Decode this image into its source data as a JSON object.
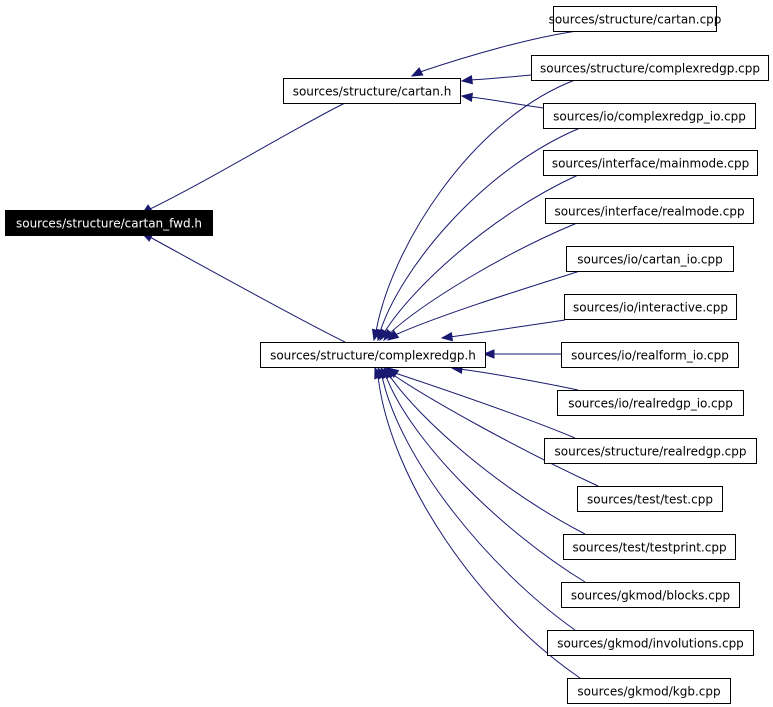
{
  "graph": {
    "edge_color": "#191970",
    "nodes": [
      {
        "id": "cartan_fwd_h",
        "label": "sources/structure/cartan_fwd.h",
        "highlighted": true
      },
      {
        "id": "cartan_h",
        "label": "sources/structure/cartan.h"
      },
      {
        "id": "complexredgp_h",
        "label": "sources/structure/complexredgp.h"
      },
      {
        "id": "cartan_cpp",
        "label": "sources/structure/cartan.cpp"
      },
      {
        "id": "complexredgp_cpp",
        "label": "sources/structure/complexredgp.cpp"
      },
      {
        "id": "complexredgp_io_cpp",
        "label": "sources/io/complexredgp_io.cpp"
      },
      {
        "id": "mainmode_cpp",
        "label": "sources/interface/mainmode.cpp"
      },
      {
        "id": "realmode_cpp",
        "label": "sources/interface/realmode.cpp"
      },
      {
        "id": "cartan_io_cpp",
        "label": "sources/io/cartan_io.cpp"
      },
      {
        "id": "interactive_cpp",
        "label": "sources/io/interactive.cpp"
      },
      {
        "id": "realform_io_cpp",
        "label": "sources/io/realform_io.cpp"
      },
      {
        "id": "realredgp_io_cpp",
        "label": "sources/io/realredgp_io.cpp"
      },
      {
        "id": "realredgp_cpp",
        "label": "sources/structure/realredgp.cpp"
      },
      {
        "id": "test_cpp",
        "label": "sources/test/test.cpp"
      },
      {
        "id": "testprint_cpp",
        "label": "sources/test/testprint.cpp"
      },
      {
        "id": "blocks_cpp",
        "label": "sources/gkmod/blocks.cpp"
      },
      {
        "id": "involutions_cpp",
        "label": "sources/gkmod/involutions.cpp"
      },
      {
        "id": "kgb_cpp",
        "label": "sources/gkmod/kgb.cpp"
      }
    ],
    "edges": [
      {
        "from": "cartan_h",
        "to": "cartan_fwd_h"
      },
      {
        "from": "complexredgp_h",
        "to": "cartan_fwd_h"
      },
      {
        "from": "cartan_cpp",
        "to": "cartan_h"
      },
      {
        "from": "complexredgp_cpp",
        "to": "cartan_h"
      },
      {
        "from": "complexredgp_io_cpp",
        "to": "cartan_h"
      },
      {
        "from": "complexredgp_cpp",
        "to": "complexredgp_h"
      },
      {
        "from": "complexredgp_io_cpp",
        "to": "complexredgp_h"
      },
      {
        "from": "mainmode_cpp",
        "to": "complexredgp_h"
      },
      {
        "from": "realmode_cpp",
        "to": "complexredgp_h"
      },
      {
        "from": "cartan_io_cpp",
        "to": "complexredgp_h"
      },
      {
        "from": "interactive_cpp",
        "to": "complexredgp_h"
      },
      {
        "from": "realform_io_cpp",
        "to": "complexredgp_h"
      },
      {
        "from": "realredgp_io_cpp",
        "to": "complexredgp_h"
      },
      {
        "from": "realredgp_cpp",
        "to": "complexredgp_h"
      },
      {
        "from": "test_cpp",
        "to": "complexredgp_h"
      },
      {
        "from": "testprint_cpp",
        "to": "complexredgp_h"
      },
      {
        "from": "blocks_cpp",
        "to": "complexredgp_h"
      },
      {
        "from": "involutions_cpp",
        "to": "complexredgp_h"
      },
      {
        "from": "kgb_cpp",
        "to": "complexredgp_h"
      }
    ]
  }
}
